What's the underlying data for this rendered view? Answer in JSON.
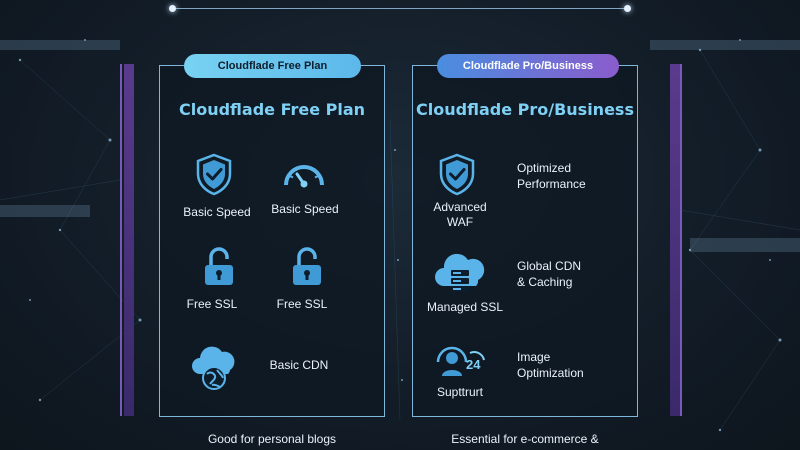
{
  "free_plan": {
    "pill_label": "Cloudflade Free Plan",
    "title": "Cloudflade Free Plan",
    "features": [
      {
        "label": "Basic Speed",
        "icon": "shield-check-icon"
      },
      {
        "label": "Basic Speed",
        "icon": "speedometer-icon"
      },
      {
        "label": "Free SSL",
        "icon": "lock-icon"
      },
      {
        "label": "Free SSL",
        "icon": "lock-icon"
      },
      {
        "label": "Basic CDN",
        "icon": "cloud-globe-icon"
      }
    ],
    "footer": "Good for personal blogs"
  },
  "pro_plan": {
    "pill_label": "Cloudflade Pro/Business",
    "title": "Cloudflade Pro/Business",
    "features": [
      {
        "label_line1": "Advanced",
        "label_line2": "WAF",
        "icon": "shield-check-icon",
        "desc_line1": "Optimized",
        "desc_line2": "Performance"
      },
      {
        "label_line1": "Managed SSL",
        "icon": "cloud-server-icon",
        "desc_line1": "Global CDN",
        "desc_line2": "& Caching"
      },
      {
        "label_line1": "Supttrurt",
        "icon": "support-24-icon",
        "desc_line1": "Image",
        "desc_line2": "Optimization"
      }
    ],
    "footer": "Essential for e-commerce &"
  },
  "colors": {
    "accent_cyan": "#7fd0f5",
    "icon_blue": "#5ab4ea",
    "purple": "#8a5ccc",
    "background": "#131d28"
  }
}
